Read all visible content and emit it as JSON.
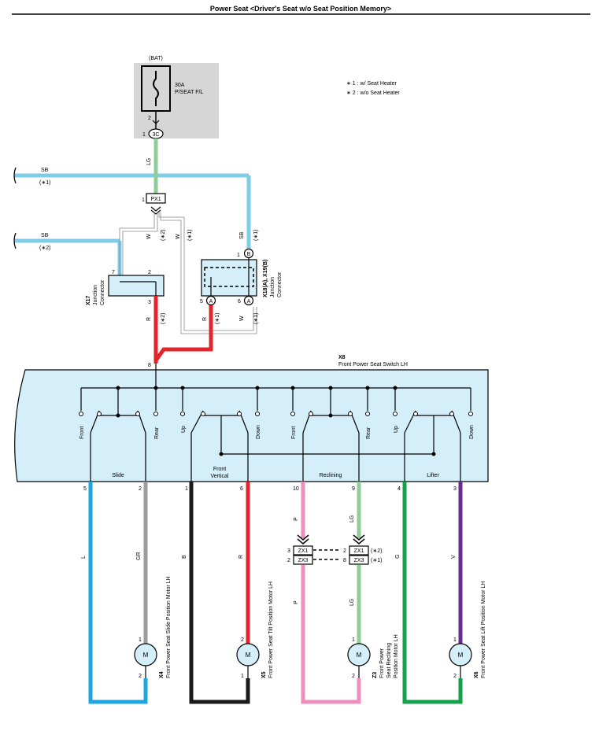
{
  "title": "Power Seat <Driver's Seat w/o Seat Position Memory>",
  "legend": {
    "note1": "∗ 1 : w/ Seat Heater",
    "note2": "∗ 2 : w/o Seat Heater"
  },
  "fuse": {
    "source": "(BAT)",
    "rating": "30A",
    "name": "P/SEAT F/L",
    "pin_top": "2",
    "pin_bottom": "1",
    "connector": "3C"
  },
  "feeds": {
    "upper": {
      "color": "SB",
      "note": "(∗1)"
    },
    "lower": {
      "color": "SB",
      "note": "(∗2)"
    },
    "lg": "LG"
  },
  "px1": {
    "label": "PX1",
    "pin": "1"
  },
  "wires": {
    "w_left": "W",
    "w_left_note": "(∗2)",
    "w_right": "W",
    "w_right_note": "(∗1)",
    "sb_right": "SB",
    "sb_right_note": "(∗1)",
    "r_left": "R",
    "r_left_note": "(∗2)",
    "r_right": "R",
    "r_right_note": "(∗1)",
    "w_bottom": "W",
    "w_bottom_note": "(∗1)"
  },
  "x17": {
    "id": "X17",
    "name1": "Junction",
    "name2": "Connector",
    "pin7": "7",
    "pin2": "2",
    "pin3": "3"
  },
  "x18": {
    "id": "X18(A), X19(B)",
    "name1": "Junction",
    "name2": "Connector",
    "pin1": "1",
    "pin5": "5",
    "pin6": "6",
    "b": "B",
    "a": "A"
  },
  "switch": {
    "id": "X8",
    "name": "Front Power Seat Switch LH",
    "pin8": "8",
    "contacts": [
      "Front",
      "Rear",
      "Up",
      "Down",
      "Front",
      "Rear",
      "Up",
      "Down"
    ],
    "groups": [
      "Slide",
      "Front",
      "Vertical",
      "Reclining",
      "Lifter"
    ]
  },
  "outputs": [
    {
      "pin": "5",
      "color": "L"
    },
    {
      "pin": "2",
      "color": "GR"
    },
    {
      "pin": "1",
      "color": "B"
    },
    {
      "pin": "6",
      "color": "R"
    },
    {
      "pin": "10",
      "color": "P"
    },
    {
      "pin": "9",
      "color": "LG"
    },
    {
      "pin": "4",
      "color": "G"
    },
    {
      "pin": "3",
      "color": "V"
    }
  ],
  "zx": {
    "left": {
      "zx1": "ZX1",
      "zx3": "ZX3",
      "pin_zx1": "3",
      "pin_zx3": "2"
    },
    "right": {
      "zx1": "ZX1",
      "zx3": "ZX3",
      "pin_zx1": "2",
      "pin_zx3": "8",
      "note1": "(∗2)",
      "note2": "(∗1)"
    },
    "p_lower": "P",
    "lg_lower": "LG"
  },
  "motors": [
    {
      "id": "X4",
      "name": "Front Power Seat Slide Position Motor LH",
      "pin_top": "1",
      "pin_bottom": "2",
      "m": "M"
    },
    {
      "id": "X5",
      "name": "Front Power Seat Tilt Position Motor LH",
      "pin_top": "2",
      "pin_bottom": "1",
      "m": "M"
    },
    {
      "id": "Z3",
      "name1": "Front Power",
      "name2": "Seat Reclining",
      "name3": "Position Motor LH",
      "pin_top": "1",
      "pin_bottom": "2",
      "m": "M"
    },
    {
      "id": "X6",
      "name": "Front Power Seat Lift Position Motor LH",
      "pin_top": "1",
      "pin_bottom": "2",
      "m": "M"
    }
  ],
  "colors": {
    "sky": "#7fcce8",
    "lg_wire": "#8fcc9a",
    "red": "#e0262b",
    "blue": "#1fa6de",
    "gray": "#9c9c9c",
    "black": "#1a1a1a",
    "pink": "#ee8fc0",
    "green": "#15a14a",
    "purple": "#6a2c91",
    "switch_fill": "#d4eefa",
    "fuse_fill": "#d6d6d6"
  }
}
